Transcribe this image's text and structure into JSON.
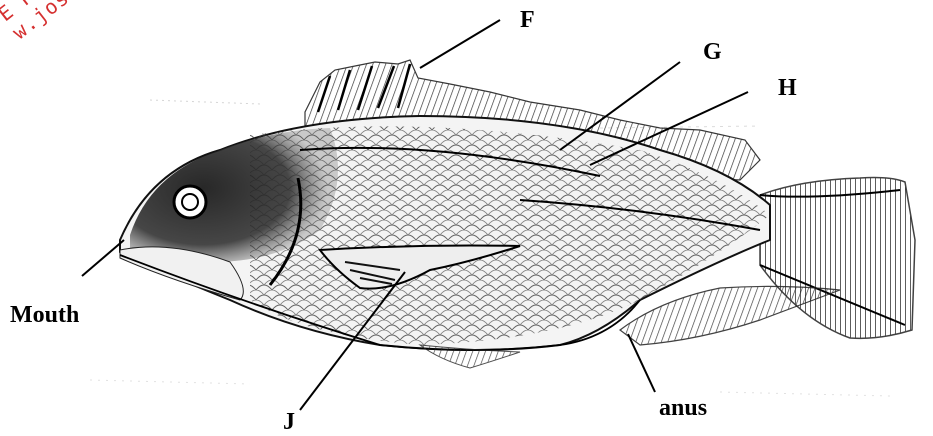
{
  "labels": {
    "f": "F",
    "g": "G",
    "h": "H",
    "j": "J",
    "mouth": "Mouth",
    "anus": "anus"
  },
  "watermark": {
    "line1": "E R",
    "line2": "w.josh"
  },
  "colors": {
    "ink": "#000000",
    "watermark": "#d11a1a",
    "paper": "#ffffff"
  }
}
